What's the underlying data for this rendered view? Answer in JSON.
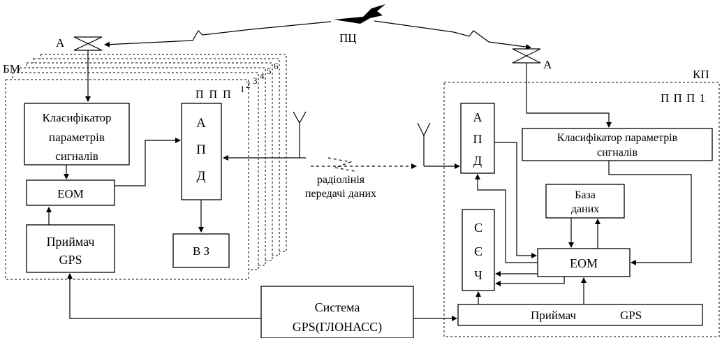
{
  "aircraft_label": "ПЦ",
  "left_site": {
    "antenna_label": "А",
    "station_label": "БМ",
    "station_index_labels": [
      "1",
      "2",
      "3",
      "4",
      "5",
      "6"
    ],
    "ppp_label": "П П П",
    "classifier_lines": [
      "Класифікатор",
      "параметрів",
      "сигналів"
    ],
    "computer_label": "ЕОМ",
    "gps_receiver_lines": [
      "Приймач",
      "GPS"
    ],
    "apd_letters": [
      "А",
      "П",
      "Д"
    ],
    "vz_label": "В З"
  },
  "radio_link_lines": [
    "радіолінія",
    "передачі даних"
  ],
  "right_site": {
    "antenna_label": "А",
    "kp_label": "КП",
    "ppp_label": "П П П 1",
    "apd_letters": [
      "А",
      "П",
      "Д"
    ],
    "classifier_lines": [
      "Класифікатор параметрів",
      "сигналів"
    ],
    "database_lines": [
      "База",
      "даних"
    ],
    "computer_label": "ЕОМ",
    "sech_letters": [
      "С",
      "Є",
      "Ч"
    ],
    "gps_receiver_label": "Приймач",
    "gps_receiver_suffix": "GPS"
  },
  "gps_system_lines": [
    "Система",
    "GPS(ГЛОНАСС)"
  ]
}
